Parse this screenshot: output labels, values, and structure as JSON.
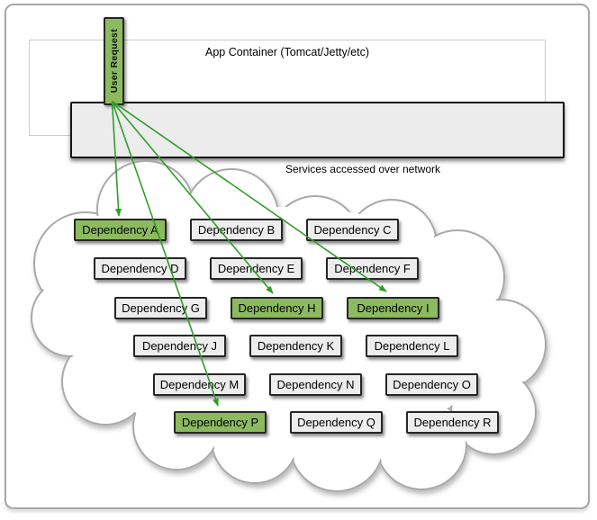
{
  "diagram": {
    "app_container": {
      "title": "App Container (Tomcat/Jetty/etc)"
    },
    "user_request": {
      "label": "User Request"
    },
    "cloud": {
      "caption": "Services accessed over network"
    },
    "dependencies": [
      {
        "id": "A",
        "label": "Dependency A",
        "highlighted": true
      },
      {
        "id": "B",
        "label": "Dependency B",
        "highlighted": false
      },
      {
        "id": "C",
        "label": "Dependency C",
        "highlighted": false
      },
      {
        "id": "D",
        "label": "Dependency D",
        "highlighted": false
      },
      {
        "id": "E",
        "label": "Dependency E",
        "highlighted": false
      },
      {
        "id": "F",
        "label": "Dependency F",
        "highlighted": false
      },
      {
        "id": "G",
        "label": "Dependency G",
        "highlighted": false
      },
      {
        "id": "H",
        "label": "Dependency H",
        "highlighted": true
      },
      {
        "id": "I",
        "label": "Dependency I",
        "highlighted": true
      },
      {
        "id": "J",
        "label": "Dependency J",
        "highlighted": false
      },
      {
        "id": "K",
        "label": "Dependency K",
        "highlighted": false
      },
      {
        "id": "L",
        "label": "Dependency L",
        "highlighted": false
      },
      {
        "id": "M",
        "label": "Dependency M",
        "highlighted": false
      },
      {
        "id": "N",
        "label": "Dependency N",
        "highlighted": false
      },
      {
        "id": "O",
        "label": "Dependency O",
        "highlighted": false
      },
      {
        "id": "P",
        "label": "Dependency P",
        "highlighted": true
      },
      {
        "id": "Q",
        "label": "Dependency Q",
        "highlighted": false
      },
      {
        "id": "R",
        "label": "Dependency R",
        "highlighted": false
      }
    ],
    "request_targets": [
      "A",
      "H",
      "I",
      "P"
    ],
    "colors": {
      "highlight_fill": "#8cba5f",
      "dependency_fill": "#ededed",
      "arrow_green": "#2f9e27",
      "box_border": "#262626",
      "cloud_outline": "#a9a9a9"
    }
  }
}
